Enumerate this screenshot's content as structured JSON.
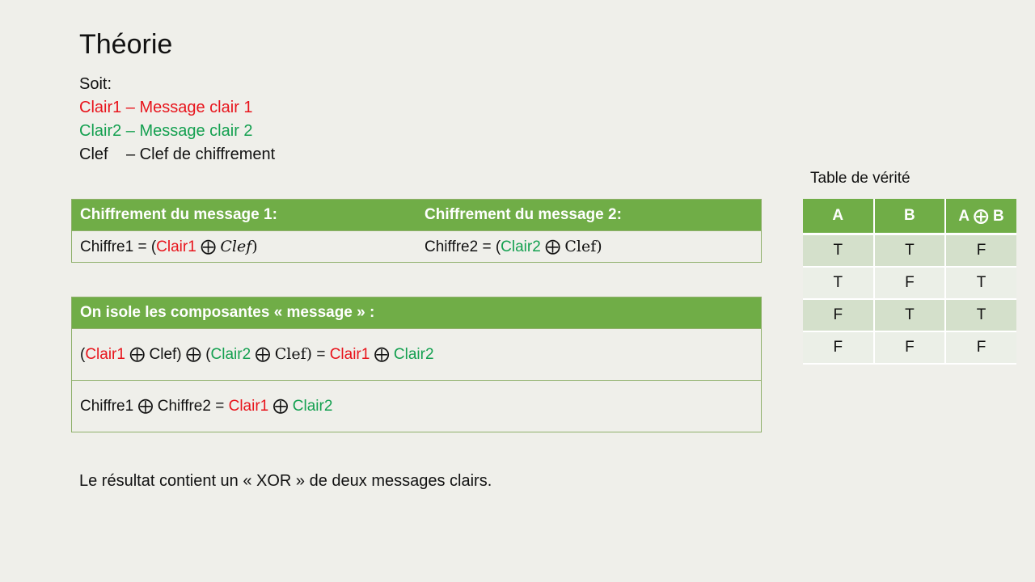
{
  "title": "Théorie",
  "definitions": {
    "intro": "Soit:",
    "clair1": "Clair1 – Message clair 1",
    "clair2": "Clair2 – Message clair 2",
    "clef_key": "Clef",
    "clef_desc": "– Clef de chiffrement"
  },
  "encryption_table": {
    "header1": "Chiffrement du message 1:",
    "header2": "Chiffrement du message 2:",
    "row1": {
      "prefix": "Chiffre1 = (",
      "clair": "Clair1",
      "xor": "⨁",
      "clef": "Clef",
      "suffix": ")"
    },
    "row2": {
      "prefix": "Chiffre2 = (",
      "clair": "Clair2",
      "xor": "⨁",
      "clef": "Clef",
      "suffix": ")"
    }
  },
  "isolation_table": {
    "header": "On isole les composantes « message » :",
    "line1": {
      "open1": "(",
      "clair1": "Clair1",
      "xor": "⨁",
      "clef1": "Clef)",
      "open2": "(",
      "clair2": "Clair2",
      "clef2": "Clef)",
      "eq": "=",
      "res_clair1": "Clair1",
      "res_clair2": "Clair2"
    },
    "line2": {
      "chiffre1": "Chiffre1",
      "xor": "⨁",
      "chiffre2": "Chiffre2",
      "eq": "=",
      "res_clair1": "Clair1",
      "res_clair2": "Clair2"
    }
  },
  "conclusion": "Le résultat contient un « XOR » de deux messages clairs.",
  "truth_table": {
    "label": "Table de vérité",
    "headers": {
      "a": "A",
      "b": "B",
      "a_xor_b": "A ⨁ B"
    },
    "rows": [
      {
        "a": "T",
        "b": "T",
        "r": "F"
      },
      {
        "a": "T",
        "b": "F",
        "r": "T"
      },
      {
        "a": "F",
        "b": "T",
        "r": "T"
      },
      {
        "a": "F",
        "b": "F",
        "r": "F"
      }
    ]
  },
  "colors": {
    "header_green": "#70ad47",
    "clair1_red": "#e8141c",
    "clair2_green": "#14a050",
    "background": "#efefea"
  }
}
